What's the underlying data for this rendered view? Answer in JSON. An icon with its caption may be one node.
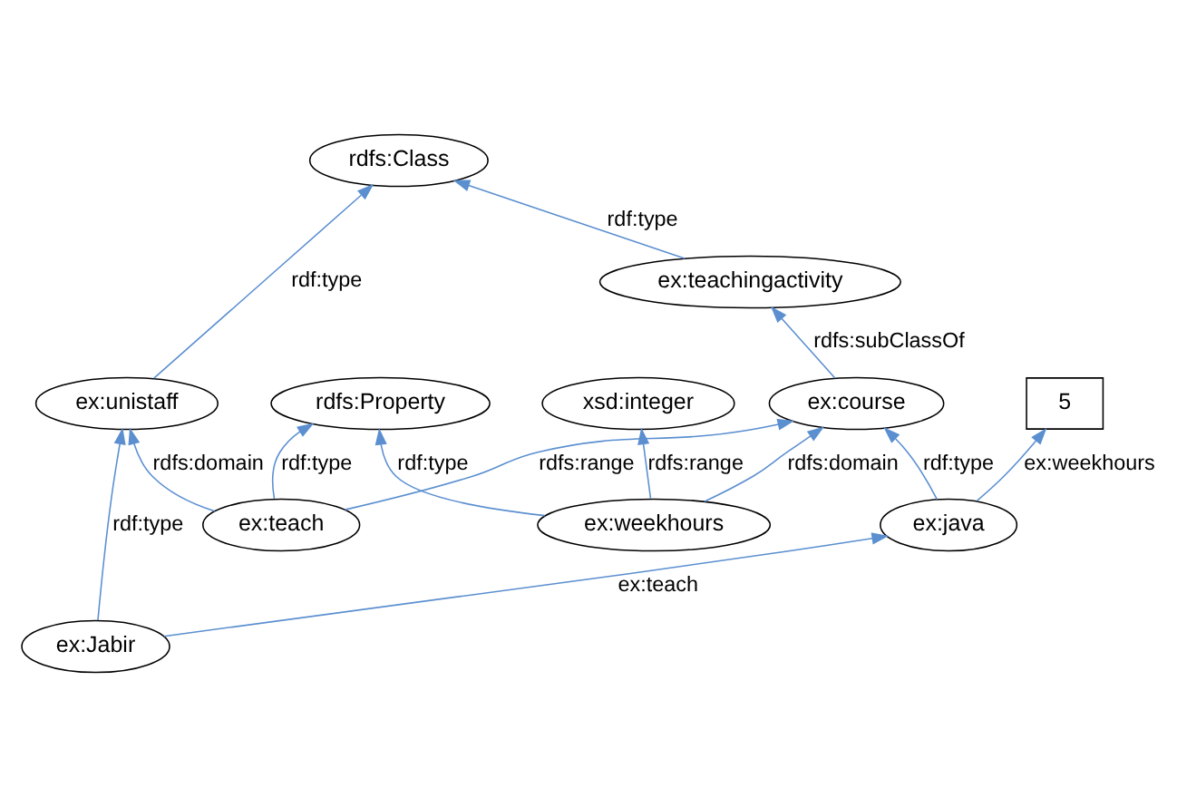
{
  "diagram": {
    "nodes": [
      {
        "text": [
          "rdfs:Class"
        ]
      },
      {
        "text": [
          "rdfs:Property"
        ]
      },
      {
        "text": [
          "ex:unistaff"
        ]
      },
      {
        "text": [
          "xsd:integer"
        ]
      },
      {
        "text": [
          "ex:teachingactivity"
        ]
      },
      {
        "text": [
          "ex:teach"
        ]
      },
      {
        "text": [
          "ex:course"
        ]
      },
      {
        "text": [
          "ex:weekhours"
        ]
      },
      {
        "text": [
          "ex:Jabir"
        ]
      },
      {
        "text": [
          "ex:java"
        ]
      },
      {
        "text": [
          "5"
        ]
      }
    ],
    "edges": [
      {
        "from": 2,
        "to": 0,
        "arrow": "to",
        "label": "rdf:type"
      },
      {
        "from": 5,
        "to": 2,
        "arrow": "to",
        "label": "rdfs:domain"
      },
      {
        "from": 5,
        "to": 1,
        "arrow": "to",
        "label": "rdf:type"
      },
      {
        "from": 4,
        "to": 0,
        "arrow": "to",
        "label": "rdf:type"
      },
      {
        "from": 5,
        "to": 6,
        "arrow": "to",
        "label": "rdfs:range"
      },
      {
        "from": 6,
        "to": 4,
        "arrow": "to",
        "label": "rdfs:subClassOf"
      },
      {
        "from": 7,
        "to": 1,
        "arrow": "to",
        "label": "rdf:type"
      },
      {
        "from": 7,
        "to": 3,
        "arrow": "to",
        "label": "rdfs:range"
      },
      {
        "from": 7,
        "to": 6,
        "arrow": "to",
        "label": "rdfs:domain"
      },
      {
        "from": 8,
        "to": 2,
        "arrow": "to",
        "label": "rdf:type"
      },
      {
        "from": 8,
        "to": 9,
        "arrow": "to",
        "label": "ex:teach"
      },
      {
        "from": 9,
        "to": 6,
        "arrow": "to",
        "label": "rdf:type"
      },
      {
        "from": 9,
        "to": 10,
        "arrow": "to",
        "label": "ex:weekhours"
      }
    ]
  }
}
